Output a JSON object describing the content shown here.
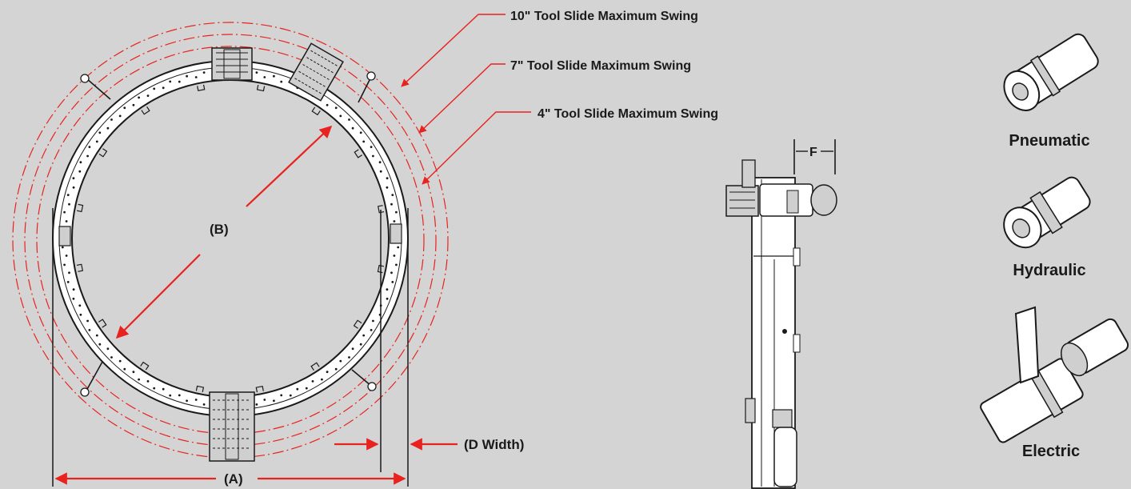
{
  "colors": {
    "background": "#d4d4d4",
    "accent": "#e8231f",
    "ink": "#1a1a1a",
    "part_fill": "#ffffff"
  },
  "callouts": {
    "swing_10": "10\" Tool Slide Maximum Swing",
    "swing_7": "7\" Tool Slide Maximum Swing",
    "swing_4": "4\" Tool Slide Maximum Swing"
  },
  "dimensions": {
    "a": "(A)",
    "b": "(B)",
    "d_width": "(D Width)",
    "f": "F"
  },
  "motors": [
    {
      "label": "Pneumatic",
      "icon": "pneumatic-motor-icon"
    },
    {
      "label": "Hydraulic",
      "icon": "hydraulic-motor-icon"
    },
    {
      "label": "Electric",
      "icon": "electric-motor-icon"
    }
  ]
}
